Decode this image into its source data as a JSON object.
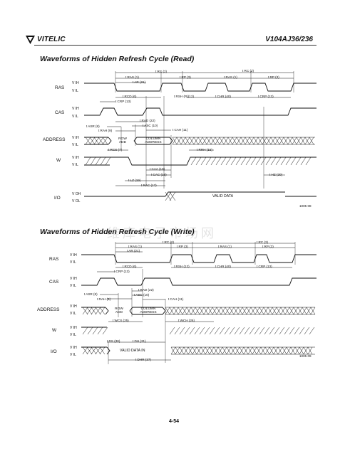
{
  "header": {
    "brand": "VITELIC",
    "part_number": "V104AJ36/236"
  },
  "watermark": "维库电子市场网",
  "page_number": "4-54",
  "read_section": {
    "title": "Waveforms of Hidden Refresh Cycle (Read)",
    "figure_id": "1005 08",
    "signals": [
      "RAS",
      "CAS",
      "ADDRESS",
      "W",
      "I/O"
    ],
    "levels": {
      "ras_hi": "V IH",
      "ras_lo": "V IL",
      "cas_hi": "V IH",
      "cas_lo": "V IL",
      "addr_hi": "V IH",
      "addr_lo": "V IL",
      "w_hi": "V IH",
      "w_lo": "V IL",
      "io_hi": "V OH",
      "io_lo": "V OL"
    },
    "cells": {
      "row": "ROW",
      "row_sub": "ADD",
      "column": "COLUMN",
      "column_sub": "ADDRESS",
      "valid_data": "VALID DATA"
    },
    "params": {
      "trc": "t RC (2)",
      "trc2": "t RC (2)",
      "tras": "t RAS (1)",
      "trp": "t RP (3)",
      "tras2": "t RAS (1)",
      "trp2": "t RP (3)",
      "tar": "t AR (21)",
      "trcd": "t RCD (6)",
      "tcrp": "t CRP (13)",
      "trsh": "t RSH (R)(12)",
      "tchr": "t CHR (40)",
      "tcrp2": "t CRP (13)",
      "trad": "t RAD (22)",
      "tasc": "t ASC (10)",
      "tasr": "t ASR (8)",
      "trah": "t RAH (9)",
      "tcah": "t CAH (11)",
      "trcs": "t RCS (7)",
      "trrh": "t RRH (15)",
      "tcaa": "t CAA (18)",
      "tcac": "t CAC (16)",
      "tlz": "t LZ (19)",
      "trac": "t RAC (17)",
      "thz": "t HZ (20)"
    }
  },
  "write_section": {
    "title": "Waveforms of Hidden Refresh Cycle (Write)",
    "figure_id": "1005 09",
    "signals": [
      "RAS",
      "CAS",
      "ADDRESS",
      "W",
      "I/O"
    ],
    "levels": {
      "ras_hi": "V IH",
      "ras_lo": "V IL",
      "cas_hi": "V IH",
      "cas_lo": "V IL",
      "addr_hi": "V IH",
      "addr_lo": "V IL",
      "w_hi": "V IH",
      "w_lo": "V IL",
      "io_hi": "V IH",
      "io_lo": "V IL"
    },
    "cells": {
      "row": "ROW",
      "row_sub": "ADD",
      "column": "COLUMN",
      "column_sub": "ADDRESS",
      "valid_data_in": "VALID DATA IN"
    },
    "params": {
      "trc": "t RC (2)",
      "trc2": "t RC (2)",
      "tras": "t RAS (1)",
      "trp": "t RP (3)",
      "tras2": "t RAS (1)",
      "trp2": "t RP (3)",
      "tar": "t AR (21)",
      "trcd": "t RCD (6)",
      "tcrp": "t CRP (13)",
      "trsh": "t RSH (12)",
      "tchr": "t CHR (40)",
      "tcrp2": "t CRP (13)",
      "trad": "t RAD (22)",
      "tasc": "t ASC (10)",
      "tasr": "t ASR (8)",
      "trah": "t RAH (9)",
      "tcah": "t CAH (11)",
      "twcs": "t WCS (25)",
      "twch": "t WCH (26)",
      "tds": "t DS (30)",
      "tdh": "t DH (31)",
      "tdhr": "t DHR (37)"
    }
  }
}
